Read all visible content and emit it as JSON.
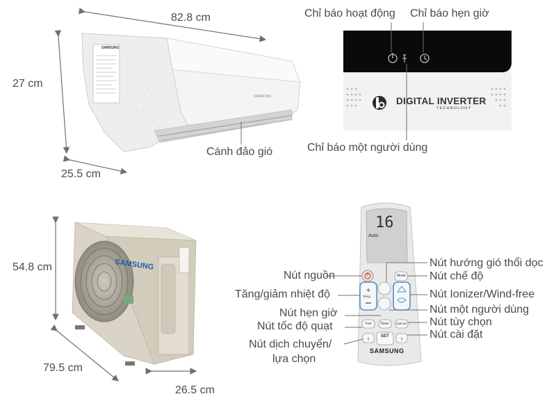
{
  "indoor": {
    "width": "82.8 cm",
    "height": "27 cm",
    "depth": "25.5 cm",
    "louver_label": "Cánh đảo gió",
    "brand": "SAMSUNG"
  },
  "display": {
    "power_indicator": "Chỉ báo hoạt động",
    "timer_indicator": "Chỉ báo hẹn giờ",
    "single_user_indicator": "Chỉ báo một người dùng",
    "logo_text": "DIGITAL INVERTER",
    "logo_sub": "TECHNOLOGY"
  },
  "outdoor": {
    "height": "54.8 cm",
    "width": "79.5 cm",
    "depth": "26.5 cm",
    "brand": "SAMSUNG"
  },
  "remote": {
    "screen_temp": "16",
    "screen_mode": "Auto",
    "brand": "SAMSUNG",
    "buttons": {
      "mode": "Mode",
      "temp": "Temp",
      "fan": "Fan",
      "timer": "Timer",
      "options": "Options",
      "set": "SET"
    },
    "labels": {
      "power": "Nút nguồn",
      "temp": "Tăng/giảm nhiệt độ",
      "timer": "Nút hẹn giờ",
      "fan": "Nút tốc độ quạt",
      "nav_line1": "Nút dịch chuyển/",
      "nav_line2": "lựa chọn",
      "vertical_swing": "Nút hướng gió thổi dọc",
      "mode": "Nút chế độ",
      "ionizer": "Nút Ionizer/Wind-free",
      "single_user": "Nút một người dùng",
      "options": "Nút tùy chọn",
      "settings": "Nút cài đặt"
    }
  },
  "colors": {
    "line": "#707070",
    "unit_white": "#f4f4f4",
    "outdoor_beige": "#d9d4c6",
    "remote_body": "#e9e9e9",
    "display_black": "#0a0a0a",
    "accent_blue": "#1f5fa8"
  }
}
